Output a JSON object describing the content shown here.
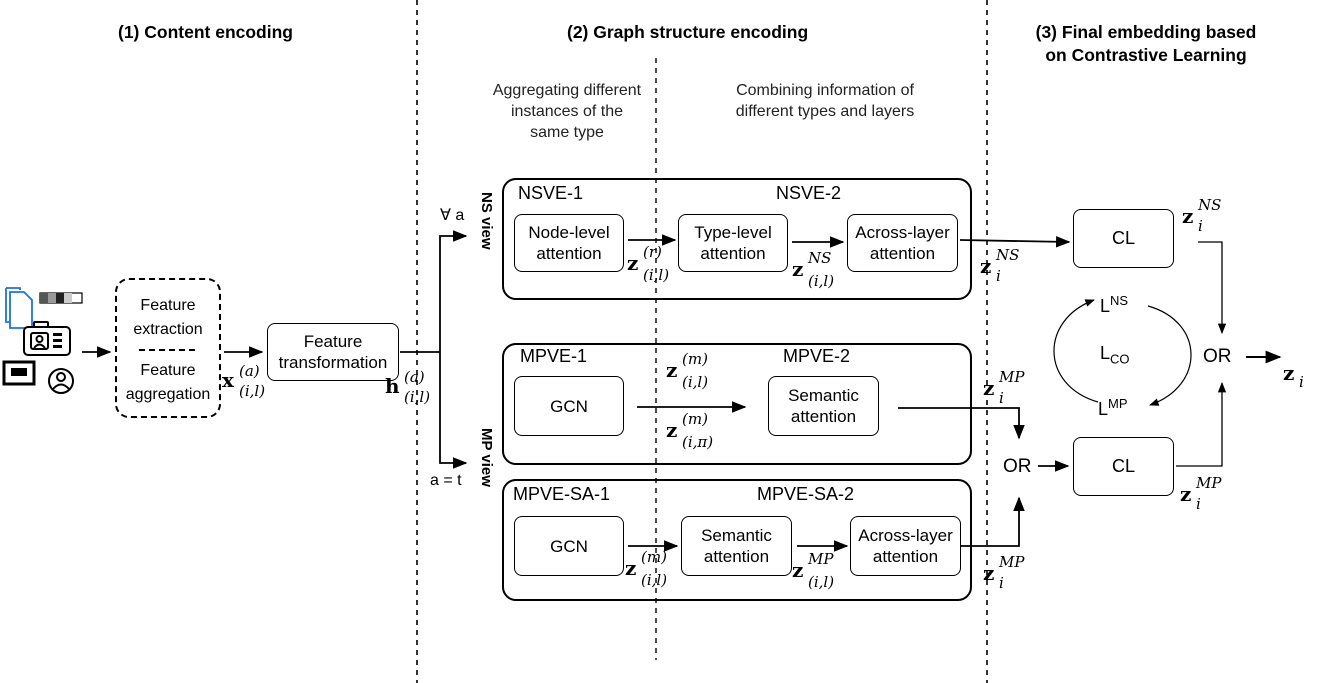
{
  "sections": {
    "content": "(1) Content encoding",
    "graph": "(2) Graph structure encoding",
    "final_line1": "(3) Final embedding based",
    "final_line2": "on Contrastive Learning"
  },
  "notes": {
    "aggregating": "Aggregating different instances of the same type",
    "combining": "Combining information of different types and layers"
  },
  "encoding": {
    "feature_extraction": "Feature extraction",
    "feature_aggregation": "Feature aggregation",
    "feature_transformation": "Feature transformation"
  },
  "views": {
    "ns_view": "NS view",
    "mp_view": "MP view",
    "forall_a": "∀ a",
    "a_eq_t": "a = t"
  },
  "nsve": {
    "label1": "NSVE-1",
    "label2": "NSVE-2",
    "node_level": "Node-level attention",
    "type_level": "Type-level attention",
    "across_layer": "Across-layer attention"
  },
  "mpve": {
    "label1": "MPVE-1",
    "label2": "MPVE-2",
    "gcn": "GCN",
    "semantic": "Semantic attention"
  },
  "mpvesa": {
    "label1": "MPVE-SA-1",
    "label2": "MPVE-SA-2",
    "gcn": "GCN",
    "semantic": "Semantic attention",
    "across_layer": "Across-layer attention"
  },
  "final": {
    "cl_top": "CL",
    "cl_bottom": "CL",
    "or_right": "OR",
    "or_mid": "OR",
    "l_ns": "L",
    "l_ns_sup": "NS",
    "l_co": "L",
    "l_co_sub": "CO",
    "l_mp": "L",
    "l_mp_sup": "MP"
  },
  "math": {
    "x_a": {
      "b": "x",
      "sup": "(a)",
      "sub": "(i,l)"
    },
    "h_a": {
      "b": "h",
      "sup": "(a)",
      "sub": "(i,l)"
    },
    "z_r": {
      "b": "z",
      "sup": "(r)",
      "sub": "(i,l)"
    },
    "z_ns_il": {
      "b": "z",
      "sup": "NS",
      "sub": "(i,l)"
    },
    "z_ns_i": {
      "b": "z",
      "sup": "NS",
      "sub": "i"
    },
    "z_ns_i2": {
      "b": "z",
      "sup": "NS",
      "sub": "i"
    },
    "z_m_il": {
      "b": "z",
      "sup": "(m)",
      "sub": "(i,l)"
    },
    "z_m_ipi": {
      "b": "z",
      "sup": "(m)",
      "sub": "(i,π)"
    },
    "z_mp_i1": {
      "b": "z",
      "sup": "MP",
      "sub": "i"
    },
    "z_m_il2": {
      "b": "z",
      "sup": "(m)",
      "sub": "(i,l)"
    },
    "z_mp_il": {
      "b": "z",
      "sup": "MP",
      "sub": "(i,l)"
    },
    "z_mp_i2": {
      "b": "z",
      "sup": "MP",
      "sub": "i"
    },
    "z_mp_i3": {
      "b": "z",
      "sup": "MP",
      "sub": "i"
    },
    "z_i": {
      "b": "z",
      "sub": "i"
    }
  }
}
